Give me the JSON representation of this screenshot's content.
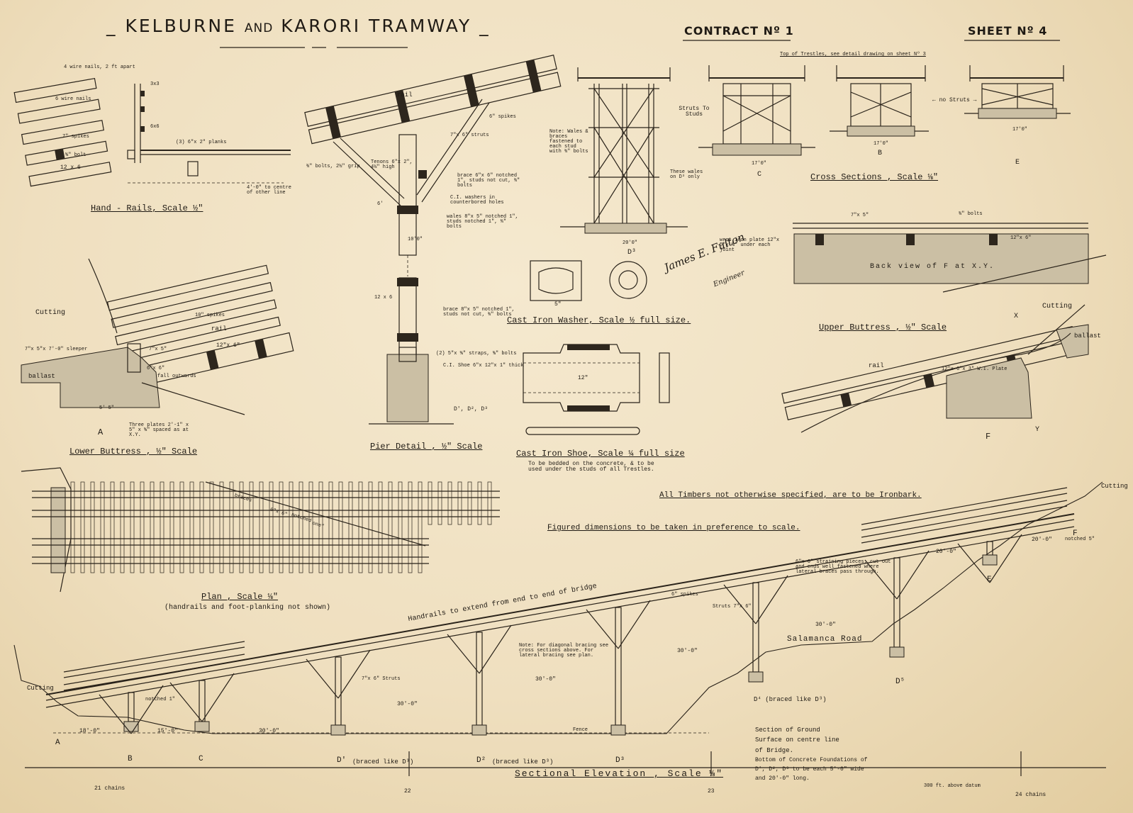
{
  "header": {
    "title_a": "KELBURNE",
    "title_and": "AND",
    "title_b": "KARORI",
    "title_c": "TRAMWAY",
    "contract": "CONTRACT Nº 1",
    "sheet": "SHEET Nº 4"
  },
  "handrails": {
    "caption": "Hand - Rails,  Scale ½\"",
    "labels": [
      "4 wire nails, 2 ft apart",
      "6 wire nails",
      "7\" spikes",
      "⅝\" bolt",
      "12 x 6",
      "3x3",
      "6x6",
      "(3) 6\"x 2\" planks",
      "4'-0\" to centre of other line"
    ]
  },
  "pier": {
    "caption": "Pier Detail ,  ½\" Scale",
    "labels": [
      "rail",
      "6\" spikes",
      "¾\" bolts, 2½\" grip",
      "Tenons 6\"x 2\", 4½\" high",
      "brace 6\"x 6\" notched 1\", studs not cut, ¾\" bolts",
      "C.I. washers in counterbored holes",
      "wales 8\"x 5\" notched 1\", studs notched 1\", ¾\" bolts",
      "brace 8\"x 5\" notched 1\", studs not cut, ¾\" bolts",
      "(2) 5\"x ⅝\" straps, ⅝\" bolts",
      "C.I. Shoe  6\"x 12\"x 1\" thick",
      "D', D², D³",
      "7\"x 6\" struts",
      "12 x 6",
      "10'0\"",
      "6'"
    ]
  },
  "trestles": {
    "note": "Top of Trestles, see detail drawing on sheet Nº 3",
    "struts_to_studs": "Struts To Studs",
    "no_struts": "← no Struts →",
    "wales_note": "Note: Wales & braces fastened to each stud with ¾\" bolts",
    "these_wales": "These wales on D³ only",
    "caption": "Cross Sections ,  Scale ⅛\"",
    "labels": [
      "D³",
      "C",
      "B",
      "E"
    ],
    "dims": [
      "20'0\"",
      "17'0\"",
      "17'0\"",
      "17'0\""
    ]
  },
  "washer": {
    "caption": "Cast Iron Washer,  Scale ½ full size.",
    "dim": "5\""
  },
  "shoe": {
    "caption": "Cast Iron Shoe,  Scale ¼ full size",
    "note": "To be bedded on the concrete, & to be used under the studs of all Trestles.",
    "dim": "12\""
  },
  "signature": {
    "name": "James E. Fulton",
    "role": "Engineer"
  },
  "lower_buttress": {
    "caption": "Lower Buttress ,  ½\" Scale",
    "cutting": "Cutting",
    "labels": [
      "7\"x 5\"x 7'-0\" sleeper",
      "ballast",
      "10\" spikes",
      "rail",
      "12\"x 6\"",
      "7\"x 5\"",
      "6\"x 6\"",
      "fall outwards",
      "5'-5\"",
      "Three plates 2'-1\" x 5\" x ⅝\" spaced as at X.Y.",
      "A"
    ]
  },
  "upper_buttress": {
    "caption": "Upper Buttress ,  ½\" Scale",
    "cutting": "Cutting",
    "back_view": "Back  view  of  F  at  X.Y.",
    "labels": [
      "wrot iron plate 12\"x 5\"x ⅝\" under each joint",
      "7\"x 5\"",
      "¾\" bolts",
      "12\"x 6\"",
      "ballast",
      "rail",
      "12\"x 6\"x 3\" W.I. Plate",
      "X",
      "Y",
      "F"
    ]
  },
  "notes": {
    "timbers": "All Timbers not otherwise specified, are to be Ironbark.",
    "figured": "Figured dimensions to be taken in preference to scale."
  },
  "plan": {
    "caption": "Plan ,  Scale ⅛\"",
    "subcaption": "(handrails and foot-planking not shown)",
    "labels": [
      "braces",
      "6\"x 6\"",
      "notched",
      "one\""
    ]
  },
  "elevation": {
    "caption": "Sectional  Elevation ,  Scale ⅛\"",
    "handrails_note": "Handrails to extend from end to end of bridge",
    "road": "Salamanca  Road",
    "bracing_note": "Note: For diagonal bracing see cross sections above. For lateral bracing see plan.",
    "straining": "6\"x 6\" straining pieces, cut out and ends well fastened where lateral braces pass through.",
    "ground_note": "Section of Ground Surface on centre line of Bridge.",
    "foundation_note": "Bottom of Concrete Foundations of D', D², D³ to be each 5'-0\" wide and 20'-0\" long.",
    "cutting_left": "Cutting",
    "cutting_right": "Cutting",
    "fence": "Fence",
    "notched": "notched 1\"",
    "notched5": "notched 5\"",
    "struts": "7\"x 6\" Struts",
    "struts2": "Struts 7\"x 6\"",
    "spikes": "6\" spikes",
    "braced_d4": "D⁴  (braced like D³)",
    "d5": "D⁵",
    "labels": [
      "A",
      "B",
      "C",
      "D'",
      "D²",
      "D³",
      "E",
      "F"
    ],
    "braced_d1": "(braced like D³)",
    "braced_d2": "(braced like D³)",
    "dims": [
      "18'-0\"",
      "15'-0\"",
      "30'-0\"",
      "30'-0\"",
      "30'-0\"",
      "30'-0\"",
      "30'-0\"",
      "20'-0\"",
      "20'-0\""
    ],
    "chainage": [
      "21 chains",
      "22",
      "23",
      "24 chains"
    ],
    "datum": "300 ft. above datum"
  }
}
